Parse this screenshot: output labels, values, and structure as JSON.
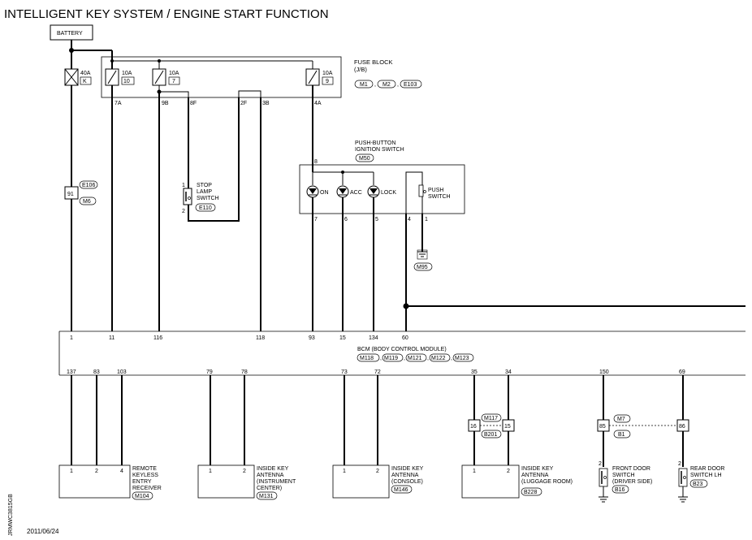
{
  "title": "INTELLIGENT KEY SYSTEM / ENGINE START FUNCTION",
  "battery": "BATTERY",
  "fuses": [
    {
      "amp": "40A",
      "id": "K"
    },
    {
      "amp": "10A",
      "id": "10"
    },
    {
      "amp": "10A",
      "id": "7"
    },
    {
      "amp": "10A",
      "id": "9"
    }
  ],
  "fuse_block": {
    "label1": "FUSE BLOCK",
    "label2": "(J/B)",
    "connectors": [
      "M1",
      "M2",
      "E103"
    ],
    "pins": [
      "7A",
      "9B",
      "8F",
      "2F",
      "3B",
      "4A"
    ]
  },
  "splice": {
    "pin": "91",
    "conn_top": "E106",
    "conn_bottom": "M6"
  },
  "stop_lamp": {
    "lines": [
      "STOP",
      "LAMP",
      "SWITCH"
    ],
    "connector": "E110",
    "pins": [
      "1",
      "2"
    ]
  },
  "ign_switch": {
    "title1": "PUSH-BUTTON",
    "title2": "IGNITION SWITCH",
    "connector": "M50",
    "labels": [
      "ON",
      "ACC",
      "LOCK"
    ],
    "push": [
      "PUSH",
      "SWITCH"
    ],
    "pins": [
      "8",
      "7",
      "6",
      "5",
      "4",
      "1"
    ],
    "ground": "M95"
  },
  "bcm": {
    "title": "BCM (BODY CONTROL MODULE)",
    "connectors": [
      "M118",
      "M119",
      "M121",
      "M122",
      "M123"
    ],
    "top_pins": [
      "1",
      "11",
      "116",
      "118",
      "93",
      "15",
      "134",
      "60"
    ],
    "bottom_pins": [
      "137",
      "83",
      "103",
      "79",
      "78",
      "73",
      "72",
      "35",
      "34",
      "150",
      "69"
    ]
  },
  "junctions": {
    "left": {
      "pins": [
        "16",
        "15"
      ],
      "top": "M117",
      "bottom": "B201"
    },
    "right": {
      "pins": [
        "85",
        "86"
      ],
      "top": "M7",
      "bottom": "B1"
    }
  },
  "components": [
    {
      "lines": [
        "REMOTE",
        "KEYLESS",
        "ENTRY",
        "RECEIVER"
      ],
      "connector": "M104",
      "pins": [
        "1",
        "2",
        "4"
      ]
    },
    {
      "lines": [
        "INSIDE KEY",
        "ANTENNA",
        "(INSTRUMENT",
        " CENTER)"
      ],
      "connector": "M131",
      "pins": [
        "1",
        "2"
      ]
    },
    {
      "lines": [
        "INSIDE KEY",
        "ANTENNA",
        "(CONSOLE)"
      ],
      "connector": "M146",
      "pins": [
        "1",
        "2"
      ]
    },
    {
      "lines": [
        "INSIDE KEY",
        "ANTENNA",
        "(LUGGAGE ROOM)"
      ],
      "connector": "B228",
      "pins": [
        "1",
        "2"
      ]
    },
    {
      "lines": [
        "FRONT DOOR",
        "SWITCH",
        "(DRIVER SIDE)"
      ],
      "connector": "B16",
      "pins": [
        "2"
      ]
    },
    {
      "lines": [
        "REAR DOOR",
        "SWITCH LH"
      ],
      "connector": "B23",
      "pins": [
        "2"
      ]
    }
  ],
  "side_code": "JRMWC3815GB",
  "date": "2011/06/24"
}
